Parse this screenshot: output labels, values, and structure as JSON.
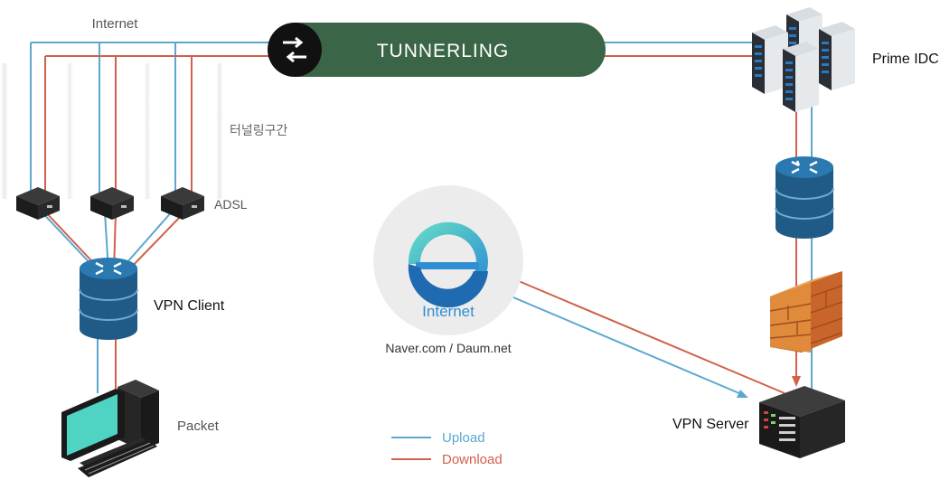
{
  "labels": {
    "internet_top": "Internet",
    "tunnel": "TUNNERLING",
    "prime_idc": "Prime IDC",
    "tunnel_section": "터널링구간",
    "adsl": "ADSL",
    "vpn_client": "VPN Client",
    "internet_center": "Internet",
    "sites": "Naver.com / Daum.net",
    "packet": "Packet",
    "vpn_server": "VPN Server"
  },
  "legend": {
    "upload": "Upload",
    "download": "Download"
  },
  "colors": {
    "upload": "#5aa7cf",
    "download": "#d0614b",
    "tunnel_fill": "#3a6547",
    "router": "#1f5b86",
    "firewall": "#d8782f",
    "screen": "#4fd4c4"
  }
}
